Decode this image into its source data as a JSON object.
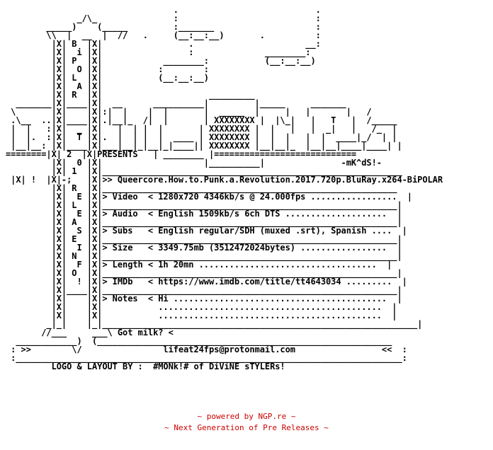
{
  "nfo_text": "                                 .                           .\n              _/\\_               :                           :\n        _____)    (_____         :_______                    :\n        \\\\  |  __  |  //   .     (__:__:__)       .          :\n         |X| B  |X|                 .                      __:\n         |X|  i |X|                 :              ________:\n         |X| P  |X|            ________:           (__:__:__)\n         |X|  O |X|           :        :\n         |X| L  |X|           (__:__:__)\n         |X|  A |X|\n         |X| R  |X|                     _________\n  _______|X|____|X|  __      __________|         |_____     _______\n \\       |X|    |X|:|  |    |  |       |  _____  |     |   |       |   /\n .\\__  ..|X|____|X|.|__|_  /|  |       | XXXXXXXX |  |\\_|   |   T   |  /_____\n |  |   :|X|  _ |X|   |  | |  |       | XXXXXXXX |  |   |   |  _|   |   /_  |\n |  |.  :|X|  T |X|.  |  | |  |  ____ | XXXXXXXX |  |  |   |  |  ____|_/  | |\n |__|__: |X|____|X|___|__|_|__|_|____|| XXXXXXXX |__|__|_  |__|__|____|____| |\n========|X| 2  |X|PRESENTS   | ________ |============================\n         |X|  0 |X|                    |__________|               -mK^dS!-\n         |X| 1  |X|___________________________________________________________\n |X| !  |X|-;   |X|>> Queercore.How.to.Punk.a.Revolution.2017.720p.BluRay.x264-BiPOLAR\n         |X| R  |X|__________________________________________________________\n         |X|  E |X|> Video  < 1280x720 4346kb/s @ 24.000fps .................  |\n         |X| L  |X|__________________________________________________________|\n         |X|  E |X|> Audio  < English 1509kb/s 6ch DTS ....................  |\n         |X| A  |X|__________________________________________________________|\n         |X|  S |X|> Subs   < English regular/SDH (muxed .srt), Spanish ....  |\n         |X| E  |X|__________________________________________________________|\n         |X|  I |X|> Size   < 3349.75mb (3512472024bytes) .................  |\n         |X| N  |X|__________________________________________________________|\n         |X|  F |X|> Length < 1h 20mn ...................................  |\n         |X| O  |X|__________________________________________________________|\n         |X|  ! |X|> IMDb   < https://www.imdb.com/title/tt4643034 .........  |\n         |X|____|X|__________________________________________________________|\n         |X|    |X|> Notes  < Hi ..........................................  |\n         |X|    |X|           ............................................  |\n         |X|    |X|           ............................................  |\n        _|_|    |_|______________________________________________________________|\n       //___     ___\\ Got milk? <\n  ____________)  (__________________________________________________________\n : >>        \\/                lifeat24fps@protonmail.com                 <<  :\n :____________________________________________________________________________:\n         LOGO & LAYOUT BY :  #MONk!# of DiViNE sTYLERs!",
  "footer": {
    "line1_prefix": "~ powered by ",
    "link": "NGP.re",
    "line1_suffix": " ~",
    "line2": "~ Next Generation of Pre Releases ~"
  },
  "colors": {
    "text": "#000000",
    "accent": "#cc0000",
    "background": "#ffffff"
  }
}
